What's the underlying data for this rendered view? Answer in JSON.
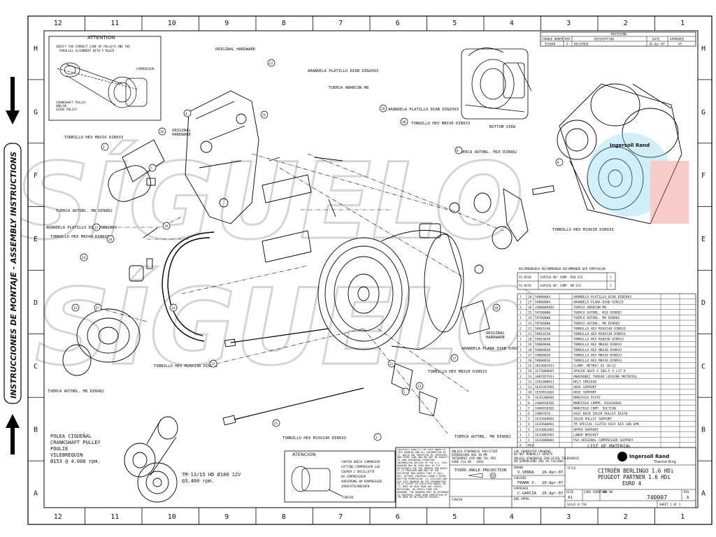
{
  "side_title": "INSTRUCCIONES DE MONTAJE - ASSEMBLY INSTRUCTIONS",
  "watermark": "SÍGUELO",
  "zones_top": [
    "12",
    "11",
    "10",
    "9",
    "8",
    "7",
    "6",
    "5",
    "4",
    "3",
    "2",
    "1"
  ],
  "zones_bottom": [
    "12",
    "11",
    "10",
    "9",
    "8",
    "7",
    "6",
    "5",
    "4",
    "3",
    "2",
    "1"
  ],
  "zones_left": [
    "H",
    "G",
    "F",
    "E",
    "D",
    "C",
    "B",
    "A"
  ],
  "zones_right": [
    "H",
    "G",
    "F",
    "E",
    "D",
    "C",
    "B",
    "A"
  ],
  "attention": {
    "title": "ATTENTION",
    "text1": "VERIFY THE CORRECT LINE UP PULLEYS AND THE",
    "text2": "PARALLEL ALIGNMENT WITH A RULER",
    "compressor": "COMPRESSOR",
    "crank1": "CRANKSHAFT PULLEY",
    "crank2": "AND/OR",
    "crank3": "GUIDE PULLEY"
  },
  "revisions": {
    "title": "REVISIONS",
    "headers": [
      "CHANGE ORDER",
      "REV",
      "DESCRIPTION",
      "DATE",
      "APPROVED"
    ],
    "row": [
      "515640",
      "A",
      "RELEASED",
      "26-Apr-07",
      "VS"
    ]
  },
  "bottom_view": "BOTTOM VIEW",
  "callouts": {
    "original_hardware_top": "ORIGINAL HARDWARE",
    "arandela_din2093": "ARANDELA PLATILLO  DIAB DIN2093",
    "tuerca_abarcon": "TUERCA ABARCON M8",
    "arandela_din2093_b": "ARANDELA PLATILLO  DIAB DIN2093",
    "tornillo_m8x30": "TORNILLO HEX M8X30 DIN933",
    "tornillo_m8x16": "TORNILLO HEX M8X16 DIN933",
    "original_hw_left": "ORIGINAL",
    "original_hw_left2": "HARDWARE",
    "tuerca_autobl_m10": "TUERCA AUTOBL. M10 DIN982",
    "tuerca_autobl_m8_a": "TUERCA AUTOBL. M8 DIN982",
    "arandela_din2093_c": "ARANDELA PLATILLO  DIAB DIN2093",
    "tornillo_m8x40": "TORNILLO HEX M8X40 DIN933",
    "tornillo_m10x30": "TORNILLO HEX M10X30 DIN933",
    "original_hw_right": "ORIGINAL",
    "original_hw_right2": "HARDWARE",
    "arandela_din125": "ARANDELA PLANA DIAB DIN125",
    "tornillo_m8x20": "TORNILLO HEX M8X20 DIN933",
    "tornillo_m10x130": "TORNILLO HEX M10X130 DIN933",
    "tuerca_autobl_m8_b": "TUERCA AUTOBL. M8 DIN982",
    "tornillo_m10x140": "TORNILLO HEX M10X140 DIN933",
    "tuerca_autobl_m8_c": "TUERCA AUTOBL. M8 DIN982"
  },
  "pulley_text": {
    "l1": "POLEA CIGUEÑAL",
    "l2": "CRANKSHAFT PULLEY",
    "l3": "POULIE",
    "l4": "VILEBREQUIN",
    "l5": "Ø153 @ 4.000 rpm."
  },
  "tm_text": {
    "l1": "TM-13/15 HD Ø180 12V",
    "l2": "@3.400 rpm."
  },
  "atencion": {
    "title": "ATENCION",
    "l1": "CORTAR OREJA COMPRESOR",
    "l2": "CUTTING COMPRESSOR LUG",
    "l3": "COUPER L'ORCILLETTE",
    "l4": "DU COMPRESSEUR",
    "l5": "VORSPRUNG AM KOMPRESSOR",
    "l6": "ZURECHTSCHNEIDEN",
    "cut": "CORTAR"
  },
  "recommended": {
    "title": "RECOMENDADOS-RECOMMENDED-RECOMMANDÉ-WIR EMPFEHLEN",
    "rows": [
      {
        "code": "55-0518",
        "desc": "ESPIGA 90° COMP. M10 SCS",
        "qty": "1"
      },
      {
        "code": "55-0519",
        "desc": "ESPIGA 90° COMP. M8 SCS",
        "qty": "1"
      }
    ]
  },
  "bom": {
    "rows": [
      [
        "7",
        "28",
        "59808003",
        "ARANDELA PLATILLO  DIAB DIN2093"
      ],
      [
        "1",
        "27",
        "59808004",
        "ARANDELA PLANA DIAB DIN125"
      ],
      [
        "2",
        "26",
        "2400009403",
        "TUERCA ABARCON M8"
      ],
      [
        "1",
        "25",
        "59708000",
        "TUERCA AUTOBL. M10 DIN982"
      ],
      [
        "1",
        "24",
        "59708008",
        "TUERCA AUTOBL. M8 DIN982"
      ],
      [
        "2",
        "23",
        "59706000",
        "TUERCA AUTOBL. M8 DIN982"
      ],
      [
        "2",
        "22",
        "59010140",
        "TORNILLO HEX M10X140 DIN933"
      ],
      [
        "1",
        "21",
        "59010130",
        "TORNILLO HEX M10X130 DIN933"
      ],
      [
        "1",
        "20",
        "59010030",
        "TORNILLO HEX M10X30 DIN933"
      ],
      [
        "1",
        "19",
        "59008040",
        "TORNILLO HEX M8X40 DIN933"
      ],
      [
        "1",
        "18",
        "59008030",
        "TORNILLO HEX M8X30 DIN933"
      ],
      [
        "1",
        "17",
        "59008020",
        "TORNILLO HEX M8X20 DIN933"
      ],
      [
        "1",
        "16",
        "59008016",
        "TORNILLO HEX M8X16 DIN933"
      ],
      [
        "1",
        "15",
        "1B19087H11",
        "CLAMP, METRIC SS 20/12"
      ],
      [
        "1",
        "14",
        "1E73008H07",
        "SPACER OD25 X ID6.5 X L17.9"
      ],
      [
        "1",
        "13",
        "3AB765TH11",
        "ANAEROBIC THREAD LOCKING MATERIAL"
      ],
      [
        "1",
        "12",
        "1E61000H11",
        "BELT 5PK1030"
      ],
      [
        "1",
        "11",
        "1E45207H01",
        "HOSE SUPPORT"
      ],
      [
        "1",
        "10",
        "1E59831H01",
        "HOSE SUPPORT"
      ],
      [
        "1",
        "9",
        "1E45206H01",
        "MANIFOLD PLATE"
      ],
      [
        "1",
        "8",
        "2408936502",
        "MANIFOLD COMPR. DISCHARGE"
      ],
      [
        "1",
        "7",
        "2408936502",
        "MANIFOLD COMP. SUCTION"
      ],
      [
        "1",
        "6",
        "24007076",
        "ASSY BACK IDLER PULLEY DIA70"
      ],
      [
        "1",
        "5",
        "1E43669H01",
        "IDLER PULLEY SUPPORT"
      ],
      [
        "1",
        "4",
        "1E43606H01",
        "TM SPECIAL CLUTCH ASSY DIA 180 6PK"
      ],
      [
        "1",
        "3",
        "1E43801H01",
        "UPPER SUPPORT"
      ],
      [
        "1",
        "2",
        "1E43802H01",
        "LOWER BRACKET"
      ],
      [
        "1",
        "1",
        "1E43800H01",
        "PSA ORIGINAL COMPRESSOR SUPPORT"
      ]
    ],
    "footer": [
      "QTY",
      "ITEM NO.",
      "PART/DWG NUMBER",
      "REV",
      "DESCRIPTION",
      "MATL SPEC",
      "MATL QTY"
    ],
    "list_title": "LIST OF MATERIAL",
    "rev_label": "A",
    "rev_label2": "REV"
  },
  "titleblock": {
    "proprietary": "INGERSOLL-RAND IS THE SOLE OWNER OF THIS DRAWING AND ALL INFORMATION IN IT, WHICH ARE PROTECTED BY COPYRIGHT AND OTHER LAWS AND MAY NOT BE SUBJECT TO LAWS REGARDING EXPORTING INFORMATION OUTSIDE OF THE U.S. THIS DRAWING MAY BE USED ONLY BY ITS RECIPIENTS FOR THE PURPOSE FOR WHICH IT IS PROVIDED AND ONLY BY THE RECIPIENT WHO AGREES THAT IT WILL NOT, WITHOUT INGERSOLL-RAND'S PRIOR WRITTEN PERMISSION: (1) DISCLOSE NOR USE THIS DRAWING OR THE INFORMATION IN IT EXCEPT AS SPECIFIED ABOVE; OR (2) MAKE OR HAVE MADE ANY COPIES, REVISIONS, OR SPRAYS FROM THE DRAWING. THE DRAWING MUST BE RETURNED TO INGERSOLL-RAND UPON COMPLETION OF THE WORK OR ON EARLIER REQUEST.",
    "unless1": "UNLESS OTHERWISE SPECIFIED",
    "unless2": "DIMENSIONS ARE IN MM.",
    "unless3": "INTERPRET DIM AND TOL PER",
    "unless4": "ASME Y14.5M - 1994",
    "third_angle": "THIRD ANGLE PROJECTION",
    "finish": "FINISH",
    "cad1": "CAD GENERATED DRAWING",
    "cad2": "DO NOT MANUALLY UPDATE",
    "tol1": "UNLESS OTHERWISE SPECIFIED TOLERANCES",
    "tol2": "ON DIMENSIONS ARE AS FOLLOWS",
    "drawn": "DRAWN",
    "drawn_by": "V.SERRA",
    "drawn_date": "26-Apr-07",
    "checked": "CHECKED",
    "checked_by": "FRANK V.",
    "checked_date": "26-Apr-07",
    "approved": "APPROVED",
    "approved_by": "C.GARCIA",
    "approved_date": "26-Apr-07",
    "eng_appvl": "ENG APPVL",
    "brand": "Ingersoll Rand",
    "brand_sub": "Thermo King",
    "title_label": "TITLE",
    "title1": "CITROËN BERLINGO 1.6 HDi",
    "title2": "PEUGEOT PARTNER 1.6 HDi",
    "title3": "EURO 4",
    "size_label": "SIZE",
    "size": "A1",
    "code_label": "CODE IDENT NO",
    "dwg_label": "DWG NO",
    "dwg_no": "740007",
    "rev_label": "REV",
    "rev": "A",
    "scale": "SCALE 0.750",
    "sheet": "SHEET 1 OF 1"
  },
  "balloons": [
    "22",
    "4",
    "26",
    "28",
    "18",
    "16",
    "2",
    "7",
    "12",
    "20",
    "24",
    "27",
    "19",
    "15",
    "14",
    "13",
    "25",
    "6",
    "3",
    "17",
    "21",
    "23",
    "5",
    "28",
    "9"
  ]
}
